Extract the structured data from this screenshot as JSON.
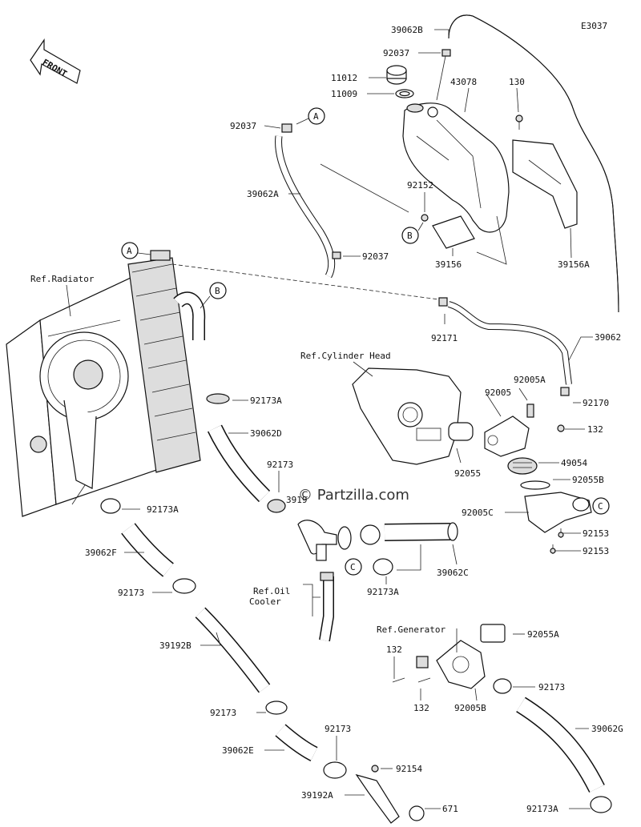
{
  "diagram_code": "E3037",
  "front_label": "FRONT",
  "watermark": "© Partzilla.com",
  "refs": {
    "radiator": "Ref.Radiator",
    "cylinder_head": "Ref.Cylinder Head",
    "oil_cooler_1": "Ref.Oil",
    "oil_cooler_2": "Cooler",
    "generator": "Ref.Generator"
  },
  "markers": {
    "a1": "A",
    "a2": "A",
    "b1": "B",
    "b2": "B",
    "c1": "C",
    "c2": "C"
  },
  "parts": {
    "p39062B": "39062B",
    "p92037_top": "92037",
    "p11012": "11012",
    "p11009": "11009",
    "p43078": "43078",
    "p130": "130",
    "p92037_left": "92037",
    "p39062A": "39062A",
    "p92152": "92152",
    "p92037_bottom": "92037",
    "p39156": "39156",
    "p39156A": "39156A",
    "p92171": "92171",
    "p39062": "39062",
    "p92173A_1": "92173A",
    "p92005A": "92005A",
    "p92005": "92005",
    "p92170": "92170",
    "p39062D": "39062D",
    "p132_1": "132",
    "p92173_1": "92173",
    "p49054": "49054",
    "p92055": "92055",
    "p92055B": "92055B",
    "p92173A_2": "92173A",
    "p3919x": "3919",
    "p92005C": "92005C",
    "p92153_1": "92153",
    "p92153_2": "92153",
    "p39062F": "39062F",
    "p39062C": "39062C",
    "p92173A_3": "92173A",
    "p92173_2": "92173",
    "p92055A": "92055A",
    "p39192B": "39192B",
    "p132_2": "132",
    "p92173_3": "92173",
    "p92005B": "92005B",
    "p132_3": "132",
    "p92173_4": "92173",
    "p39062E": "39062E",
    "p39062G": "39062G",
    "p92173_5": "92173",
    "p92154": "92154",
    "p39192A": "39192A",
    "p671": "671",
    "p92173A_4": "92173A"
  }
}
